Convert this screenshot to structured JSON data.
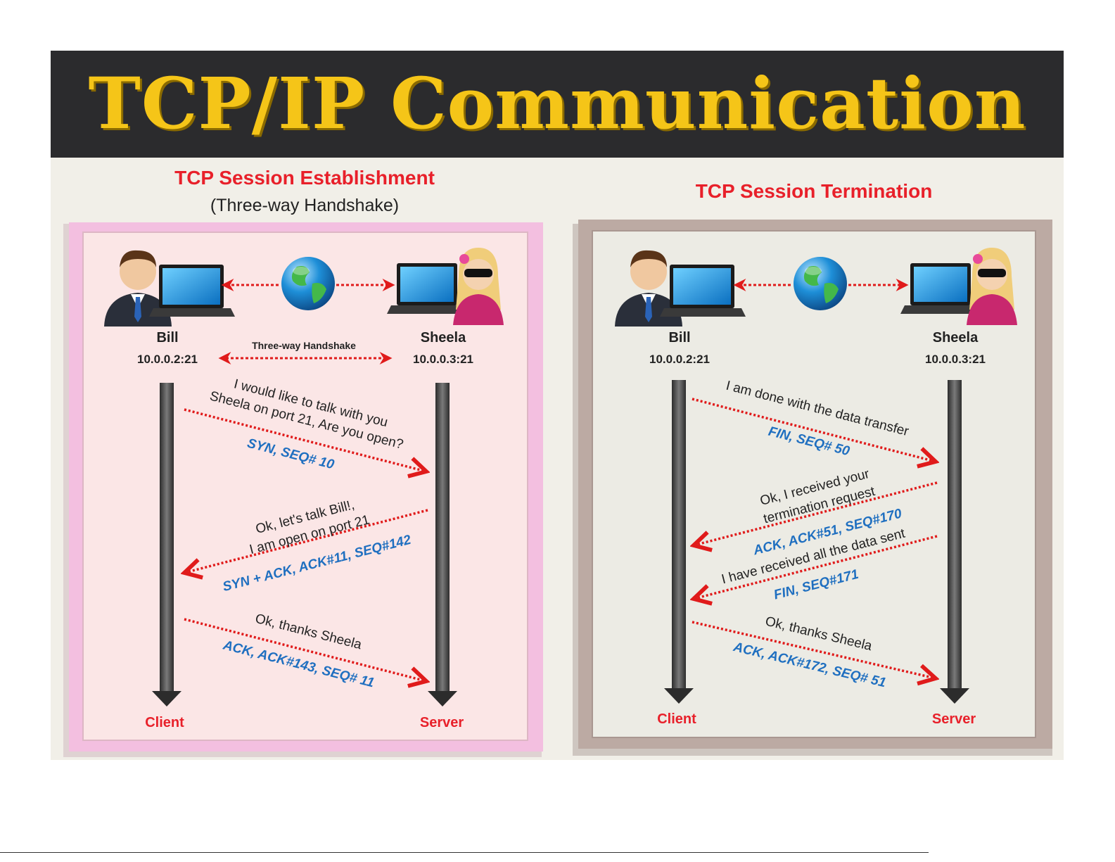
{
  "banner": {
    "title": "TCP/IP Communication"
  },
  "colors": {
    "banner_bg": "#2b2b2d",
    "banner_text": "#f5c518",
    "heading_red": "#e8202a",
    "arrow_red": "#e01b1b",
    "packet_blue": "#1f6fc0",
    "left_panel_bg": "#fbe6e6",
    "left_panel_border": "#e9a9cf",
    "right_panel_bg": "#ecebe4",
    "right_panel_border": "#b9a79f"
  },
  "establishment": {
    "title": "TCP Session Establishment",
    "subtitle": "(Three-way Handshake)",
    "client_name": "Bill",
    "client_addr": "10.0.0.2:21",
    "server_name": "Sheela",
    "server_addr": "10.0.0.3:21",
    "handshake_label": "Three-way Handshake",
    "client_role": "Client",
    "server_role": "Server",
    "messages": [
      {
        "lines": [
          "I would like to talk with you",
          "Sheela on port 21, Are you open?"
        ],
        "packet": "SYN, SEQ# 10"
      },
      {
        "lines": [
          "Ok, let's talk Bill!,",
          "I am open on port 21"
        ],
        "packet": "SYN + ACK, ACK#11, SEQ#142"
      },
      {
        "lines": [
          "Ok, thanks Sheela"
        ],
        "packet": "ACK, ACK#143, SEQ# 11"
      }
    ]
  },
  "termination": {
    "title": "TCP Session Termination",
    "client_name": "Bill",
    "client_addr": "10.0.0.2:21",
    "server_name": "Sheela",
    "server_addr": "10.0.0.3:21",
    "client_role": "Client",
    "server_role": "Server",
    "messages": [
      {
        "lines": [
          "I am done with the data transfer"
        ],
        "packet": "FIN, SEQ# 50"
      },
      {
        "lines": [
          "Ok, I received your",
          "termination request"
        ],
        "packet": "ACK, ACK#51, SEQ#170"
      },
      {
        "lines": [
          "I have received all the data sent"
        ],
        "packet": "FIN, SEQ#171"
      },
      {
        "lines": [
          "Ok, thanks Sheela"
        ],
        "packet": "ACK, ACK#172, SEQ# 51"
      }
    ]
  },
  "icons": {
    "client": "man-with-laptop-icon",
    "server": "woman-with-laptop-icon",
    "network": "globe-icon"
  }
}
